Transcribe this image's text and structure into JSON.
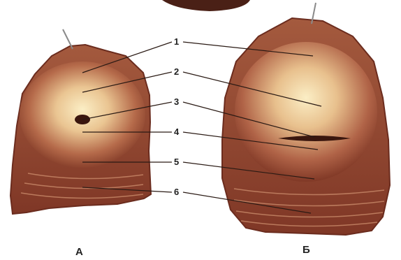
{
  "figure": {
    "labels": [
      "1",
      "2",
      "3",
      "4",
      "5",
      "6"
    ],
    "panels": [
      "А",
      "Б"
    ]
  },
  "colors": {
    "tissue_outer": "#8a3a26",
    "tissue_mid": "#b4684a",
    "tissue_light": "#e9bd95",
    "cervix_center": "#fbeec5",
    "os_dark": "#3a160e",
    "leader_line": "#2a1a14"
  }
}
